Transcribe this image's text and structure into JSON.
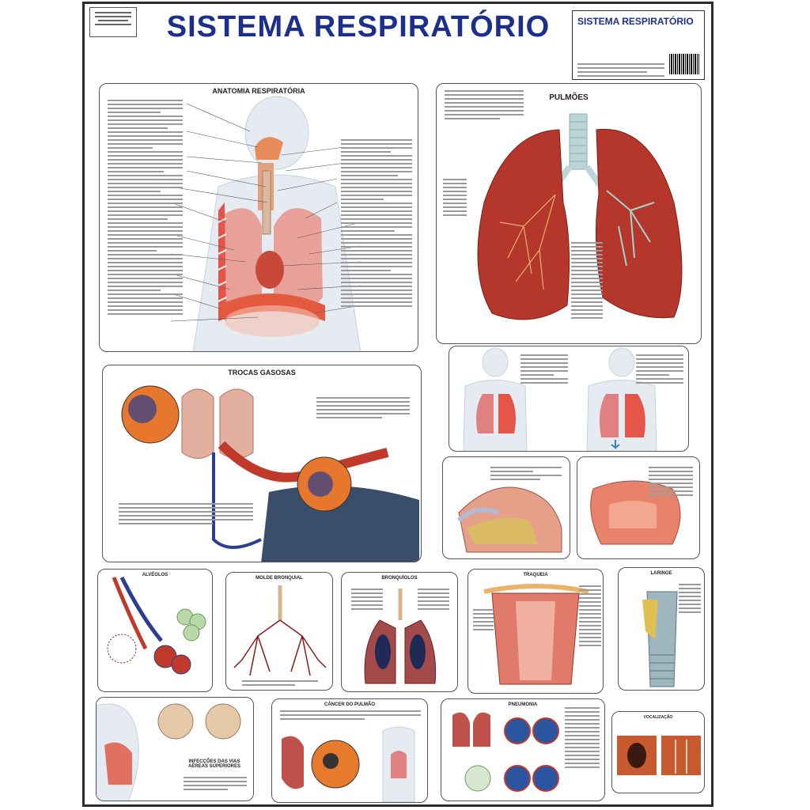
{
  "poster": {
    "title": "SISTEMA RESPIRATÓRIO",
    "label_title": "SISTEMA RESPIRATÓRIO"
  },
  "panels": {
    "anatomy": {
      "title": "ANATOMIA RESPIRATÓRIA"
    },
    "lungs": {
      "title": "PULMÕES"
    },
    "gas_exchange": {
      "title": "TROCAS GASOSAS"
    },
    "alveoli": {
      "title": "ALVÉOLOS"
    },
    "bronchial_tree": {
      "title": "MOLDE BRONQUIAL"
    },
    "bronchioles": {
      "title": "BRONQUÍOLOS"
    },
    "trachea": {
      "title": "TRAQUEIA"
    },
    "larynx": {
      "title": "LARINGE"
    },
    "upper_airways": {
      "title": "INFECÇÕES DAS VIAS AÉREAS SUPERIORES"
    },
    "lung_cancer": {
      "title": "CÂNCER DO PULMÃO"
    },
    "pneumonia": {
      "title": "PNEUMONIA"
    },
    "vocalization": {
      "title": "VOCALIZAÇÃO"
    }
  },
  "colors": {
    "title_blue": "#1d2f8c",
    "lung_red": "#b5362a",
    "artery_red": "#c0392b",
    "vein_blue": "#2c3e90",
    "skin": "#e9eef4"
  }
}
